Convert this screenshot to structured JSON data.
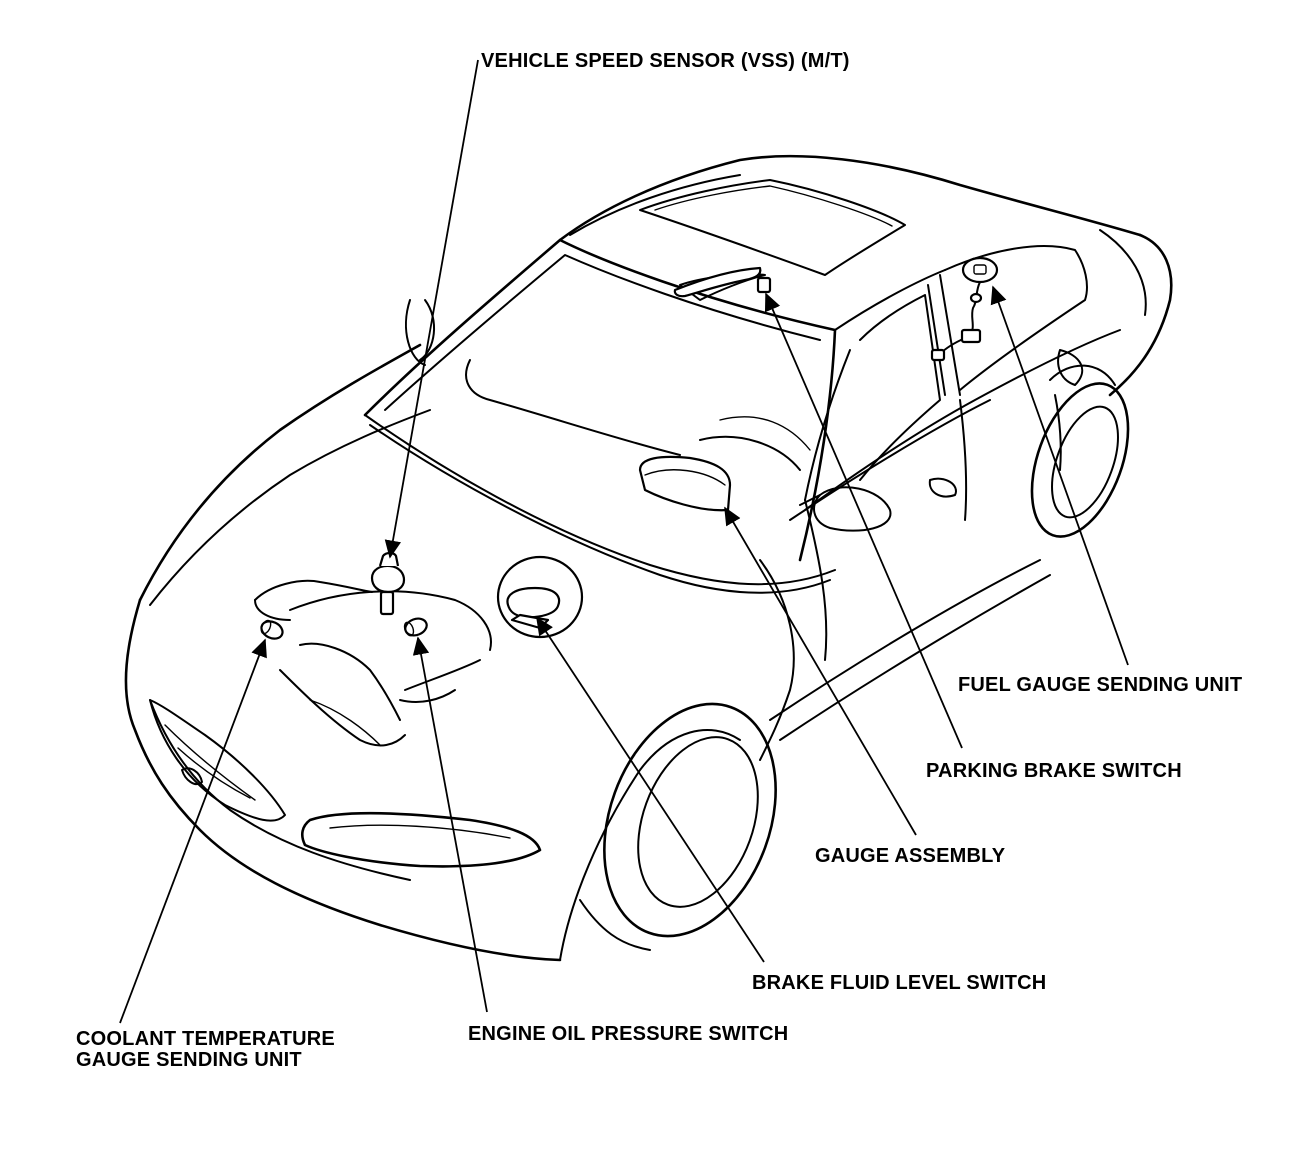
{
  "labels": {
    "vss": "VEHICLE SPEED SENSOR (VSS) (M/T)",
    "fuel_gauge": "FUEL GAUGE SENDING UNIT",
    "parking_brake": "PARKING BRAKE SWITCH",
    "gauge_assembly": "GAUGE ASSEMBLY",
    "brake_fluid": "BRAKE FLUID LEVEL SWITCH",
    "engine_oil": "ENGINE OIL PRESSURE SWITCH",
    "coolant_line1": "COOLANT TEMPERATURE",
    "coolant_line2": "GAUGE SENDING UNIT"
  },
  "colors": {
    "line": "#000000",
    "background": "#ffffff"
  }
}
